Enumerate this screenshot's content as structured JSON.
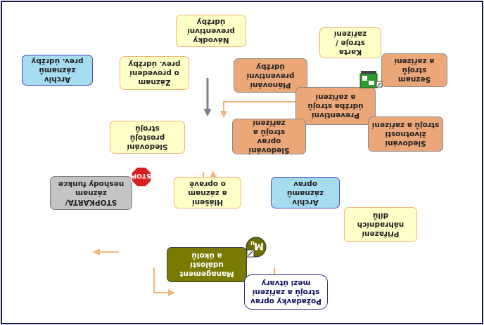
{
  "colors": {
    "yellow_fill": "#ffffc8",
    "yellow_border": "#f2b67a",
    "salmon_fill": "#eba777",
    "blue_fill": "#a6dcf0",
    "gray_fill": "#c4c4c4",
    "olive_fill": "#7a7a00",
    "orange_arrow": "#f2b67a",
    "gray_arrow": "#808080",
    "frame": "#1a1a50"
  },
  "nodes": {
    "karta": "Karta\nstroje /\nzařízení",
    "seznam": "Seznam\nstrojů\na zařízení",
    "navodky": "Návodky\npreventivní\núdržby",
    "planovani": "Plánování\npreventivní\núdržby",
    "zaznam": "Záznam\no provedení\nprev. údržby",
    "archiv_prev": "Archiv\nzáznamů\nprev. údržby",
    "preventivni": "Preventivní\núdržba strojů\na zařízení",
    "sled_zivotnosti": "Sledování\nživotnosti\nstrojů a zařízení",
    "sled_oprav": "Sledování\noprav\nstrojů a zařízení",
    "sled_prostoju": "Sledování\nprostojů\nstrojů",
    "archiv_oprav": "Archiv\nzáznamů\noprav",
    "hlaseni": "Hlášení\na záznam\no opravě",
    "stopkarta": "STOPKARTA/\nzáznam\nneshody funkce",
    "prirazeni": "Přiřazení\nnáhradních\ndílů",
    "management": "Management\nudálostí\na úkolů",
    "pozadavky": "Požadavky oprav\nstrojů a zařízení\nmezi útvary"
  },
  "icons": {
    "stop": "stop-sign-icon",
    "stop_text": "STOP",
    "mu": "mu-logo-icon",
    "mu_text": "M",
    "mu_sub": "u",
    "machine": "machine-tool-icon"
  }
}
